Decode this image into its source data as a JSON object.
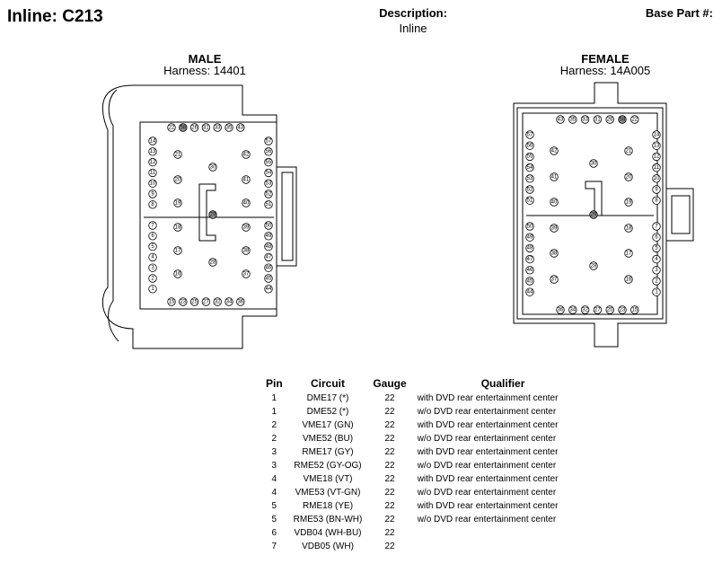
{
  "header": {
    "title": "Inline: C213",
    "description_label": "Description:",
    "description_value": "Inline",
    "base_part_label": "Base Part #:"
  },
  "male": {
    "title": "MALE",
    "harness": "Harness: 14401",
    "pins_top": [
      "22",
      "58",
      "26",
      "31",
      "33",
      "35",
      "43"
    ],
    "pins_bottom": [
      "15",
      "23",
      "25",
      "27",
      "32",
      "34",
      "36"
    ],
    "pins_left_upper": [
      "14",
      "13",
      "12",
      "11",
      "10",
      "9",
      "8"
    ],
    "pins_left_lower": [
      "7",
      "6",
      "5",
      "4",
      "3",
      "2",
      "1"
    ],
    "pins_right_upper": [
      "57",
      "56",
      "55",
      "54",
      "53",
      "52",
      "51"
    ],
    "pins_right_lower": [
      "50",
      "49",
      "48",
      "47",
      "46",
      "45",
      "44"
    ],
    "pins_center": [
      "21",
      "20",
      "19",
      "18",
      "17",
      "16",
      "42",
      "41",
      "40",
      "39",
      "38",
      "37",
      "30",
      "28"
    ],
    "pin_center_gray": "29",
    "pin_top_gray": "58"
  },
  "female": {
    "title": "FEMALE",
    "harness": "Harness: 14A005",
    "pins_top": [
      "43",
      "35",
      "33",
      "31",
      "26",
      "58",
      "22"
    ],
    "pins_bottom": [
      "36",
      "34",
      "32",
      "27",
      "25",
      "23",
      "15"
    ],
    "pins_left_upper": [
      "57",
      "56",
      "55",
      "54",
      "53",
      "52",
      "51"
    ],
    "pins_left_lower": [
      "50",
      "49",
      "48",
      "47",
      "46",
      "45",
      "44"
    ],
    "pins_right_upper": [
      "14",
      "13",
      "12",
      "11",
      "10",
      "9",
      "8"
    ],
    "pins_right_lower": [
      "7",
      "6",
      "5",
      "4",
      "3",
      "2",
      "1"
    ],
    "pins_center": [
      "42",
      "41",
      "40",
      "39",
      "38",
      "37",
      "21",
      "20",
      "19",
      "18",
      "17",
      "16",
      "30",
      "28"
    ],
    "pin_center_gray": "29",
    "pin_top_gray": "58"
  },
  "table": {
    "headers": [
      "Pin",
      "Circuit",
      "Gauge",
      "Qualifier"
    ],
    "rows": [
      {
        "pin": "1",
        "circuit": "DME17 (*)",
        "gauge": "22",
        "qualifier": "with DVD rear entertainment center"
      },
      {
        "pin": "1",
        "circuit": "DME52 (*)",
        "gauge": "22",
        "qualifier": "w/o DVD rear entertainment center"
      },
      {
        "pin": "2",
        "circuit": "VME17 (GN)",
        "gauge": "22",
        "qualifier": "with DVD rear entertainment center"
      },
      {
        "pin": "2",
        "circuit": "VME52 (BU)",
        "gauge": "22",
        "qualifier": "w/o DVD rear entertainment center"
      },
      {
        "pin": "3",
        "circuit": "RME17 (GY)",
        "gauge": "22",
        "qualifier": "with DVD rear entertainment center"
      },
      {
        "pin": "3",
        "circuit": "RME52 (GY-OG)",
        "gauge": "22",
        "qualifier": "w/o DVD rear entertainment center"
      },
      {
        "pin": "4",
        "circuit": "VME18 (VT)",
        "gauge": "22",
        "qualifier": "with DVD rear entertainment center"
      },
      {
        "pin": "4",
        "circuit": "VME53 (VT-GN)",
        "gauge": "22",
        "qualifier": "w/o DVD rear entertainment center"
      },
      {
        "pin": "5",
        "circuit": "RME18 (YE)",
        "gauge": "22",
        "qualifier": "with DVD rear entertainment center"
      },
      {
        "pin": "5",
        "circuit": "RME53 (BN-WH)",
        "gauge": "22",
        "qualifier": "w/o DVD rear entertainment center"
      },
      {
        "pin": "6",
        "circuit": "VDB04 (WH-BU)",
        "gauge": "22",
        "qualifier": ""
      },
      {
        "pin": "7",
        "circuit": "VDB05 (WH)",
        "gauge": "22",
        "qualifier": ""
      }
    ]
  }
}
